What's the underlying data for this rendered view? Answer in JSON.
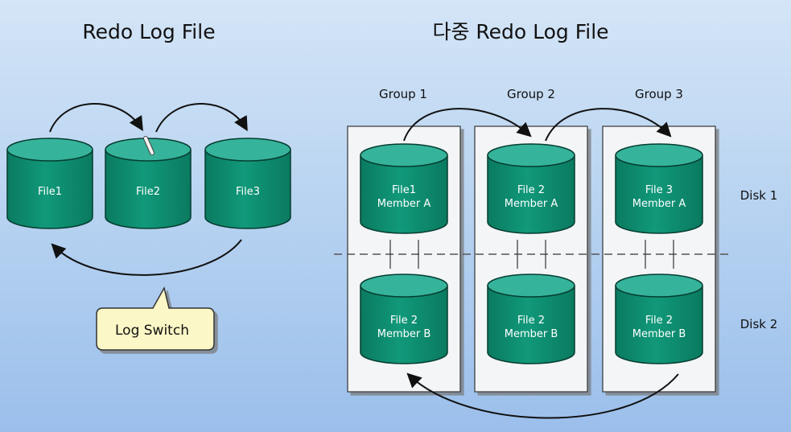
{
  "left_title": "Redo Log File",
  "right_title": "다중 Redo Log File",
  "left_files": [
    {
      "label": "File1"
    },
    {
      "label": "File2"
    },
    {
      "label": "File3"
    }
  ],
  "callout": "Log Switch",
  "groups": [
    {
      "label": "Group 1",
      "member_a": [
        "File1",
        "Member A"
      ],
      "member_b": [
        "File 2",
        "Member B"
      ]
    },
    {
      "label": "Group 2",
      "member_a": [
        "File 2",
        "Member A"
      ],
      "member_b": [
        "File 2",
        "Member B"
      ]
    },
    {
      "label": "Group 3",
      "member_a": [
        "File 3",
        "Member A"
      ],
      "member_b": [
        "File 2",
        "Member B"
      ]
    }
  ],
  "disks": [
    "Disk 1",
    "Disk 2"
  ],
  "colors": {
    "cyl_body": "#0e8d70",
    "cyl_top": "#36b39b",
    "panel": "#f3f5f7",
    "callout": "#fbf7c6"
  }
}
